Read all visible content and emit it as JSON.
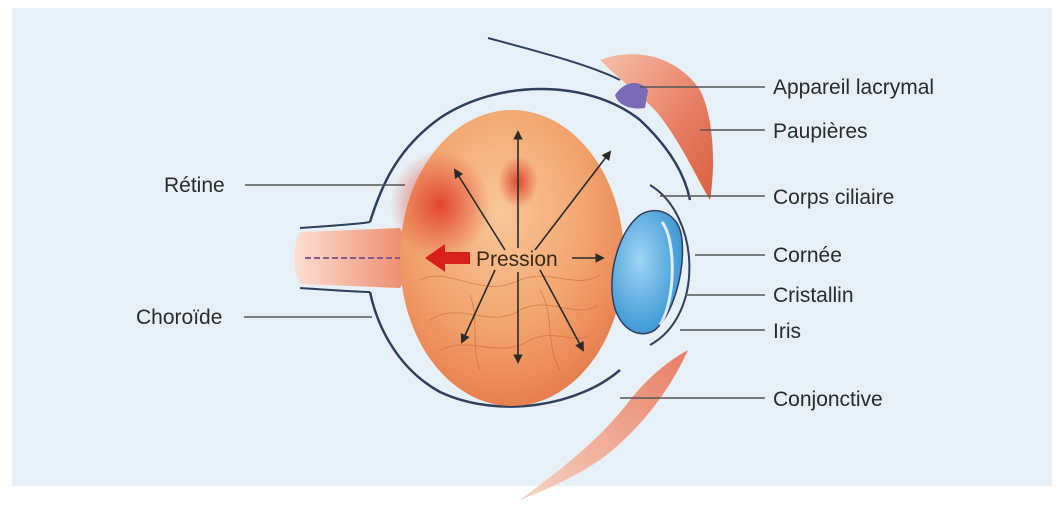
{
  "labels": {
    "left": {
      "retine": "Rétine",
      "choroide": "Choroïde"
    },
    "right": {
      "appareil_lacrymal": "Appareil lacrymal",
      "paupieres": "Paupières",
      "corps_ciliaire": "Corps ciliaire",
      "cornee": "Cornée",
      "cristallin": "Cristallin",
      "iris": "Iris",
      "conjonctive": "Conjonctive"
    },
    "center": "Pression"
  },
  "colors": {
    "background": "#e7f0f6",
    "eye_inner": "#f3a36e",
    "retina": "#e04a35",
    "lens": "#3d9fd9",
    "outline": "#2f3f5e",
    "eyelid": "#e8826a",
    "lacrimal_gland": "#7a6bb8",
    "pressure_arrow": "#d8201a"
  }
}
